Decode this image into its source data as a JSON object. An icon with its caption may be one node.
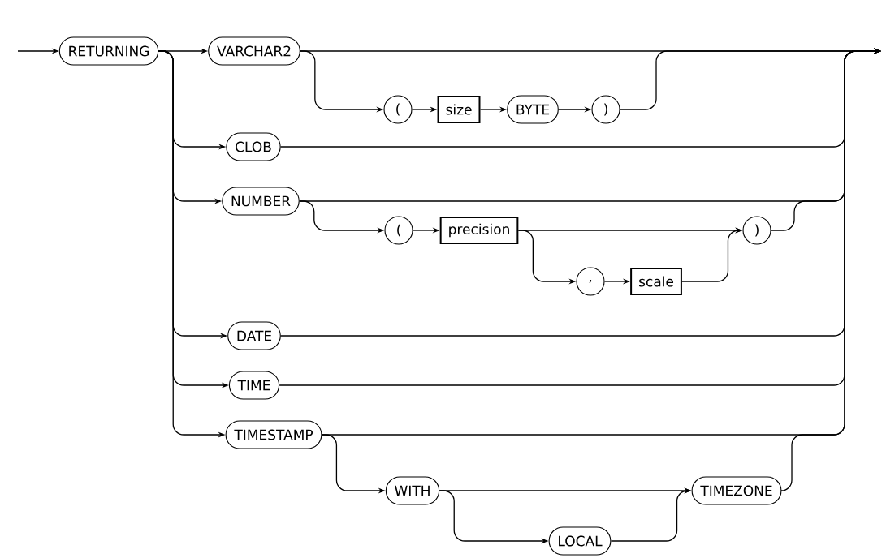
{
  "diagram": {
    "nodes": [
      {
        "text": [
          "RETURNING"
        ]
      },
      {
        "text": [
          "VARCHAR2"
        ]
      },
      {
        "text": [
          "("
        ]
      },
      {
        "text": [
          "size"
        ]
      },
      {
        "text": [
          "BYTE"
        ]
      },
      {
        "text": [
          ")"
        ]
      },
      {
        "text": [
          "CLOB"
        ]
      },
      {
        "text": [
          "NUMBER"
        ]
      },
      {
        "text": [
          "("
        ]
      },
      {
        "text": [
          "precision"
        ]
      },
      {
        "text": [
          ")"
        ]
      },
      {
        "text": [
          ","
        ]
      },
      {
        "text": [
          "scale"
        ]
      },
      {
        "text": [
          "DATE"
        ]
      },
      {
        "text": [
          "TIME"
        ]
      },
      {
        "text": [
          "TIMESTAMP"
        ]
      },
      {
        "text": [
          "WITH"
        ]
      },
      {
        "text": [
          "TIMEZONE"
        ]
      },
      {
        "text": [
          "LOCAL"
        ]
      }
    ],
    "edges": [
      {
        "from": null,
        "to": 0,
        "arrow": "to"
      },
      {
        "from": 0,
        "to": 1,
        "arrow": "to"
      },
      {
        "from": 0,
        "to": 6,
        "arrow": "to"
      },
      {
        "from": 0,
        "to": 7,
        "arrow": "to"
      },
      {
        "from": 0,
        "to": 13,
        "arrow": "to"
      },
      {
        "from": 0,
        "to": 14,
        "arrow": "to"
      },
      {
        "from": 0,
        "to": 15,
        "arrow": "to"
      },
      {
        "from": 1,
        "to": null,
        "arrow": "to"
      },
      {
        "from": 1,
        "to": 2,
        "arrow": "to"
      },
      {
        "from": 2,
        "to": 3,
        "arrow": "to"
      },
      {
        "from": 3,
        "to": 4,
        "arrow": "to"
      },
      {
        "from": 4,
        "to": 5,
        "arrow": "to"
      },
      {
        "from": 5,
        "to": null,
        "arrow": "to"
      },
      {
        "from": 6,
        "to": null,
        "arrow": "to"
      },
      {
        "from": 7,
        "to": null,
        "arrow": "to"
      },
      {
        "from": 7,
        "to": 8,
        "arrow": "to"
      },
      {
        "from": 8,
        "to": 9,
        "arrow": "to"
      },
      {
        "from": 9,
        "to": 10,
        "arrow": "to"
      },
      {
        "from": 9,
        "to": 11,
        "arrow": "to"
      },
      {
        "from": 11,
        "to": 12,
        "arrow": "to"
      },
      {
        "from": 12,
        "to": 10,
        "arrow": "to"
      },
      {
        "from": 10,
        "to": null,
        "arrow": "to"
      },
      {
        "from": 13,
        "to": null,
        "arrow": "to"
      },
      {
        "from": 14,
        "to": null,
        "arrow": "to"
      },
      {
        "from": 15,
        "to": null,
        "arrow": "to"
      },
      {
        "from": 15,
        "to": 16,
        "arrow": "to"
      },
      {
        "from": 16,
        "to": 17,
        "arrow": "to"
      },
      {
        "from": 16,
        "to": 18,
        "arrow": "to"
      },
      {
        "from": 18,
        "to": 17,
        "arrow": "to"
      },
      {
        "from": 17,
        "to": null,
        "arrow": "to"
      }
    ]
  }
}
